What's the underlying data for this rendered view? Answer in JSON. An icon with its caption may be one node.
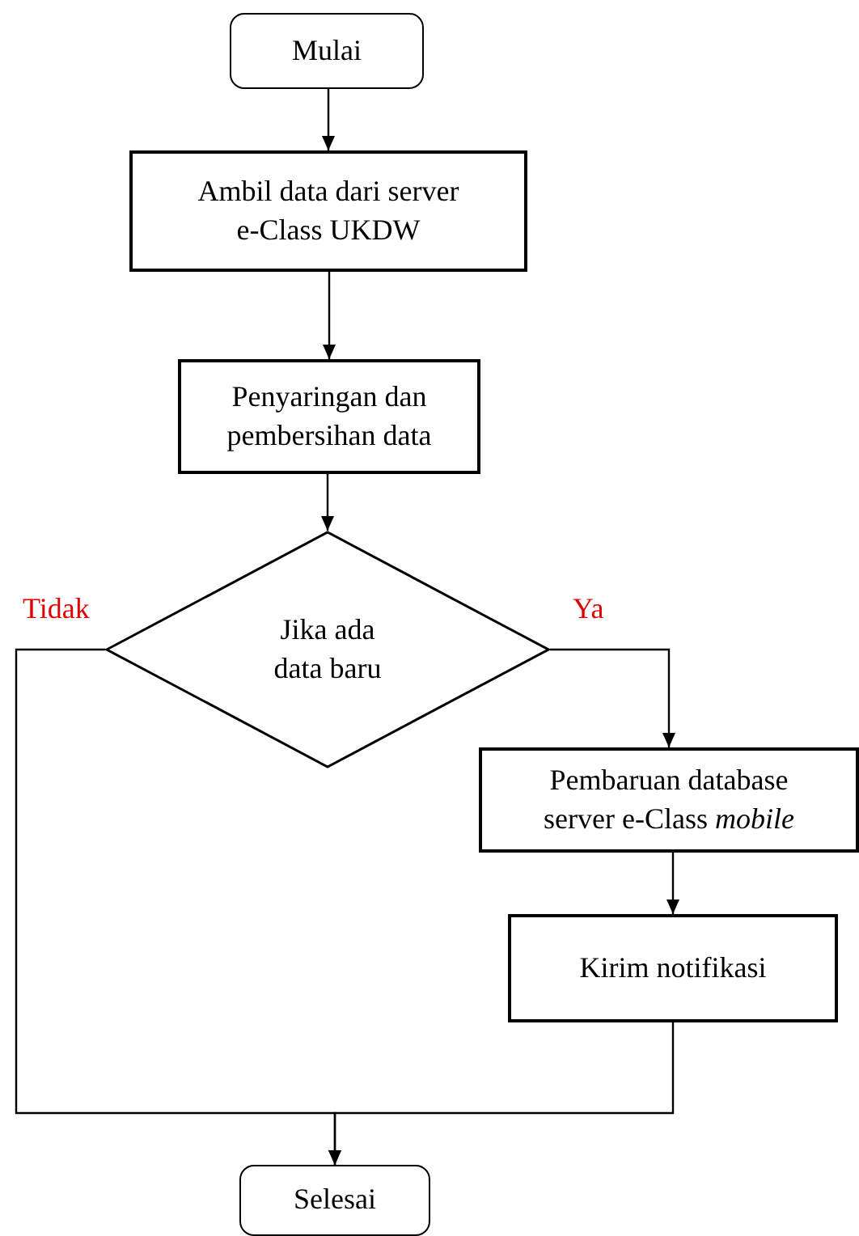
{
  "diagram": {
    "nodes": [
      {
        "text": [
          "Mulai"
        ]
      },
      {
        "text": [
          "Ambil data dari server e-Class UKDW"
        ]
      },
      {
        "text": [
          "Penyaringan dan pembersihan data"
        ]
      },
      {
        "text": [
          "Jika ada data baru"
        ]
      },
      {
        "text": [
          "Pembaruan database server e-Class *mobile*"
        ]
      },
      {
        "text": [
          "Kirim notifikasi"
        ]
      },
      {
        "text": [
          "Selesai"
        ]
      }
    ],
    "edges": [
      {
        "from": 0,
        "to": 1,
        "arrow": "to"
      },
      {
        "from": 1,
        "to": 2,
        "arrow": "to"
      },
      {
        "from": 2,
        "to": 3,
        "arrow": "to"
      },
      {
        "from": 3,
        "to": 4,
        "arrow": "to",
        "label": "Ya"
      },
      {
        "from": 4,
        "to": 5,
        "arrow": "to"
      },
      {
        "from": 3,
        "to": 6,
        "arrow": "to",
        "label": "Tidak"
      },
      {
        "from": 5,
        "to": 6,
        "arrow": "to"
      }
    ]
  }
}
